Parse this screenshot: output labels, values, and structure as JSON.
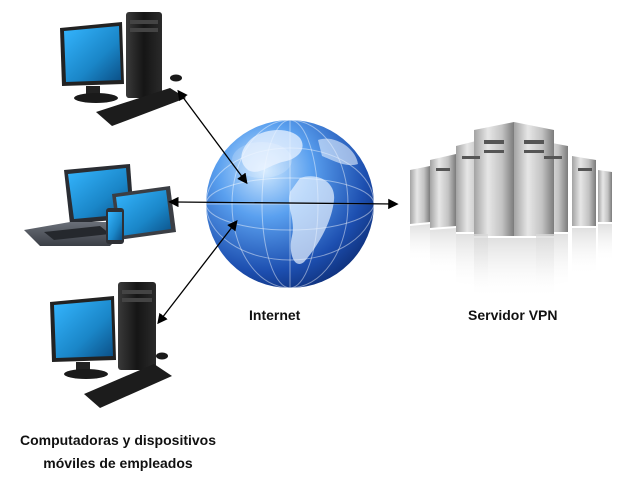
{
  "labels": {
    "internet": "Internet",
    "server": "Servidor VPN",
    "clients_line1": "Computadoras y dispositivos",
    "clients_line2": "móviles de empleados"
  },
  "icons": [
    "desktop-computer-icon",
    "laptop-icon",
    "tablet-icon",
    "smartphone-icon",
    "globe-icon",
    "server-rack-icon"
  ],
  "colors": {
    "screen_blue": "#1d8fd0",
    "globe_blue": "#1f5fbf",
    "case_dark": "#1a1a1a",
    "arrow": "#000000"
  }
}
